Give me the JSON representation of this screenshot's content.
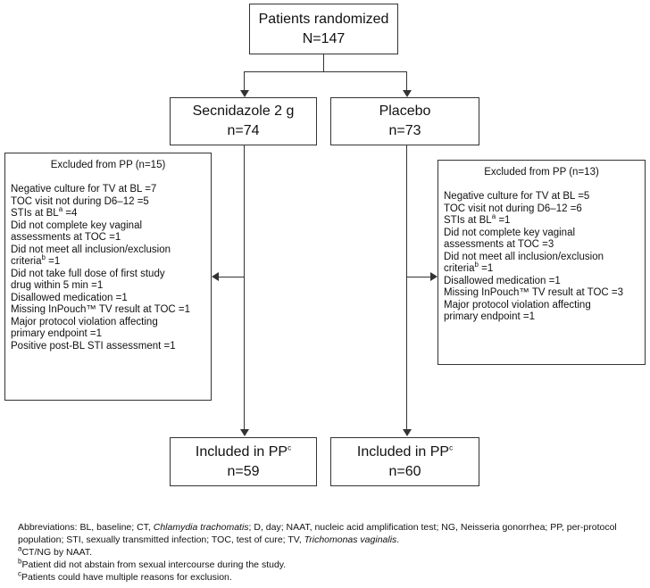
{
  "top": {
    "title": "Patients randomized",
    "n": "N=147"
  },
  "secnidazole": {
    "title": "Secnidazole 2 g",
    "n": "n=74"
  },
  "placebo": {
    "title": "Placebo",
    "n": "n=73"
  },
  "excluded_left": {
    "title": "Excluded from PP (n=15)",
    "items": [
      {
        "text": "Negative culture for TV at BL =7"
      },
      {
        "text": "TOC visit not during D6–12 =5"
      },
      {
        "pre": "STIs at BL",
        "sup": "a",
        "post": " =4"
      },
      {
        "text": "Did not complete key vaginal\nassessments at TOC =1"
      },
      {
        "pre": "Did not meet all inclusion/exclusion\ncriteria",
        "sup": "b",
        "post": " =1"
      },
      {
        "text": "Did not take full dose of first study\ndrug within 5 min =1"
      },
      {
        "text": "Disallowed medication =1"
      },
      {
        "text": "Missing InPouch™ TV result at TOC =1"
      },
      {
        "text": "Major protocol violation affecting\nprimary endpoint =1"
      },
      {
        "text": "Positive post-BL STI assessment =1"
      }
    ]
  },
  "excluded_right": {
    "title": "Excluded from PP (n=13)",
    "items": [
      {
        "text": "Negative culture for TV at BL =5"
      },
      {
        "text": "TOC visit not during D6–12 =6"
      },
      {
        "pre": "STIs at BL",
        "sup": "a",
        "post": " =1"
      },
      {
        "text": "Did not complete key vaginal\nassessments at TOC =3"
      },
      {
        "pre": "Did not meet all inclusion/exclusion\ncriteria",
        "sup": "b",
        "post": " =1"
      },
      {
        "text": "Disallowed medication =1"
      },
      {
        "text": "Missing InPouch™ TV result at TOC =3"
      },
      {
        "text": "Major protocol violation affecting\nprimary endpoint =1"
      }
    ]
  },
  "included_left": {
    "title": "Included in PP",
    "sup": "c",
    "n": "n=59"
  },
  "included_right": {
    "title": "Included in PP",
    "sup": "c",
    "n": "n=60"
  },
  "footnotes": {
    "abbrev_parts": [
      {
        "t": "Abbreviations: BL, baseline; CT, "
      },
      {
        "t": "Chlamydia trachomatis",
        "i": true
      },
      {
        "t": "; D, day; NAAT, nucleic acid amplification test; NG, Neisseria gonorrhea; PP, per-protocol population; STI, sexually transmitted infection; TOC, test of cure; TV, "
      },
      {
        "t": "Trichomonas vaginalis",
        "i": true
      },
      {
        "t": "."
      }
    ],
    "notes": [
      {
        "sup": "a",
        "text": "CT/NG by NAAT."
      },
      {
        "sup": "b",
        "text": "Patient did not abstain from sexual intercourse during the study."
      },
      {
        "sup": "c",
        "text": "Patients could have multiple reasons for exclusion."
      }
    ]
  }
}
